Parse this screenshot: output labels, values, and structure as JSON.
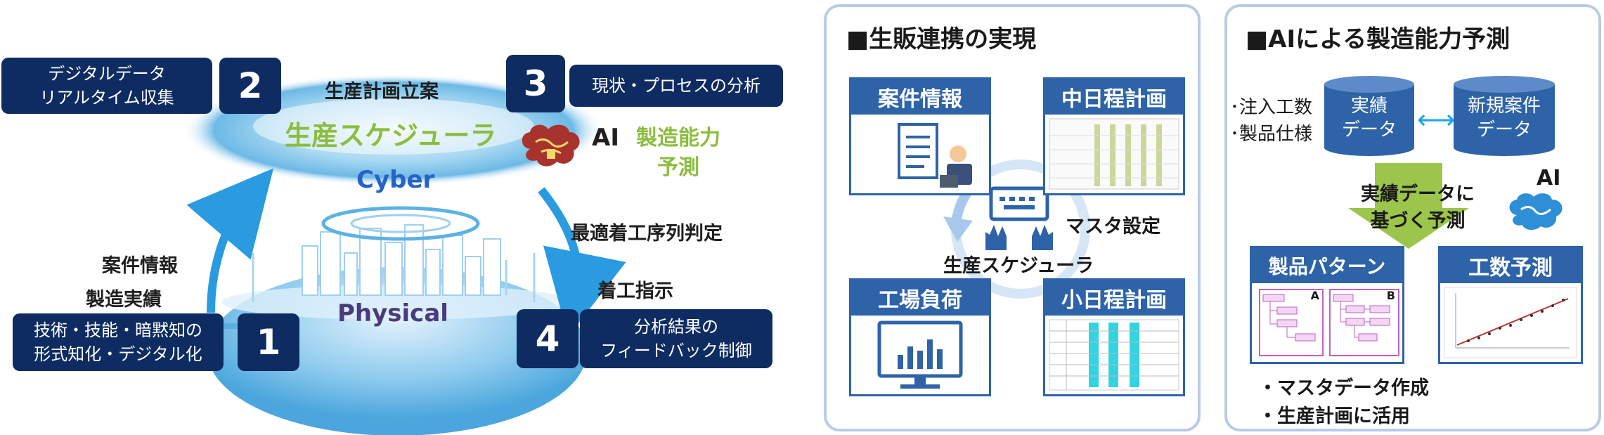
{
  "left_diagram": {
    "box1": {
      "num": "1",
      "text": "技術・技能・暗黙知の\n形式知化・デジタル化"
    },
    "box2": {
      "num": "2",
      "text": "デジタルデータ\nリアルタイム収集"
    },
    "box3": {
      "num": "3",
      "text": "現状・プロセスの分析"
    },
    "box4": {
      "num": "4",
      "text": "分析結果の\nフィードバック制御"
    },
    "label_plan": "生産計画立案",
    "label_scheduler": "生産スケジューラ",
    "label_cyber": "Cyber",
    "label_physical": "Physical",
    "label_ai": "AI",
    "label_capacity": "製造能力\n予測",
    "label_case_info": "案件情報",
    "label_mfg_record": "製造実績",
    "label_optimal": "最適着工序列判定",
    "label_start": "着工指示",
    "colors": {
      "navy": "#0e2c61",
      "green": "#8bbd3e",
      "blue": "#2563c8",
      "purple": "#4a3b7a",
      "arrow": "#2a9be0"
    }
  },
  "panel_coop": {
    "title": "■生販連携の実現",
    "card_case": "案件情報",
    "card_mid": "中日程計画",
    "card_factory": "工場負荷",
    "card_small": "小日程計画",
    "label_master": "マスタ設定",
    "label_scheduler": "生産スケジューラ"
  },
  "panel_ai": {
    "title": "■AIによる製造能力予測",
    "bullet_inputs": "･注入工数\n･製品仕様",
    "db_actual": "実績\nデータ",
    "db_new": "新規案件\nデータ",
    "arrow_label": "実績データに\n基づく予測",
    "ai_label": "AI",
    "card_pattern": "製品パターン",
    "card_man_hour": "工数予測",
    "pattern_a": "A",
    "pattern_b": "B",
    "bullet_out1": "・マスタデータ作成",
    "bullet_out2": "・生産計画に活用"
  }
}
